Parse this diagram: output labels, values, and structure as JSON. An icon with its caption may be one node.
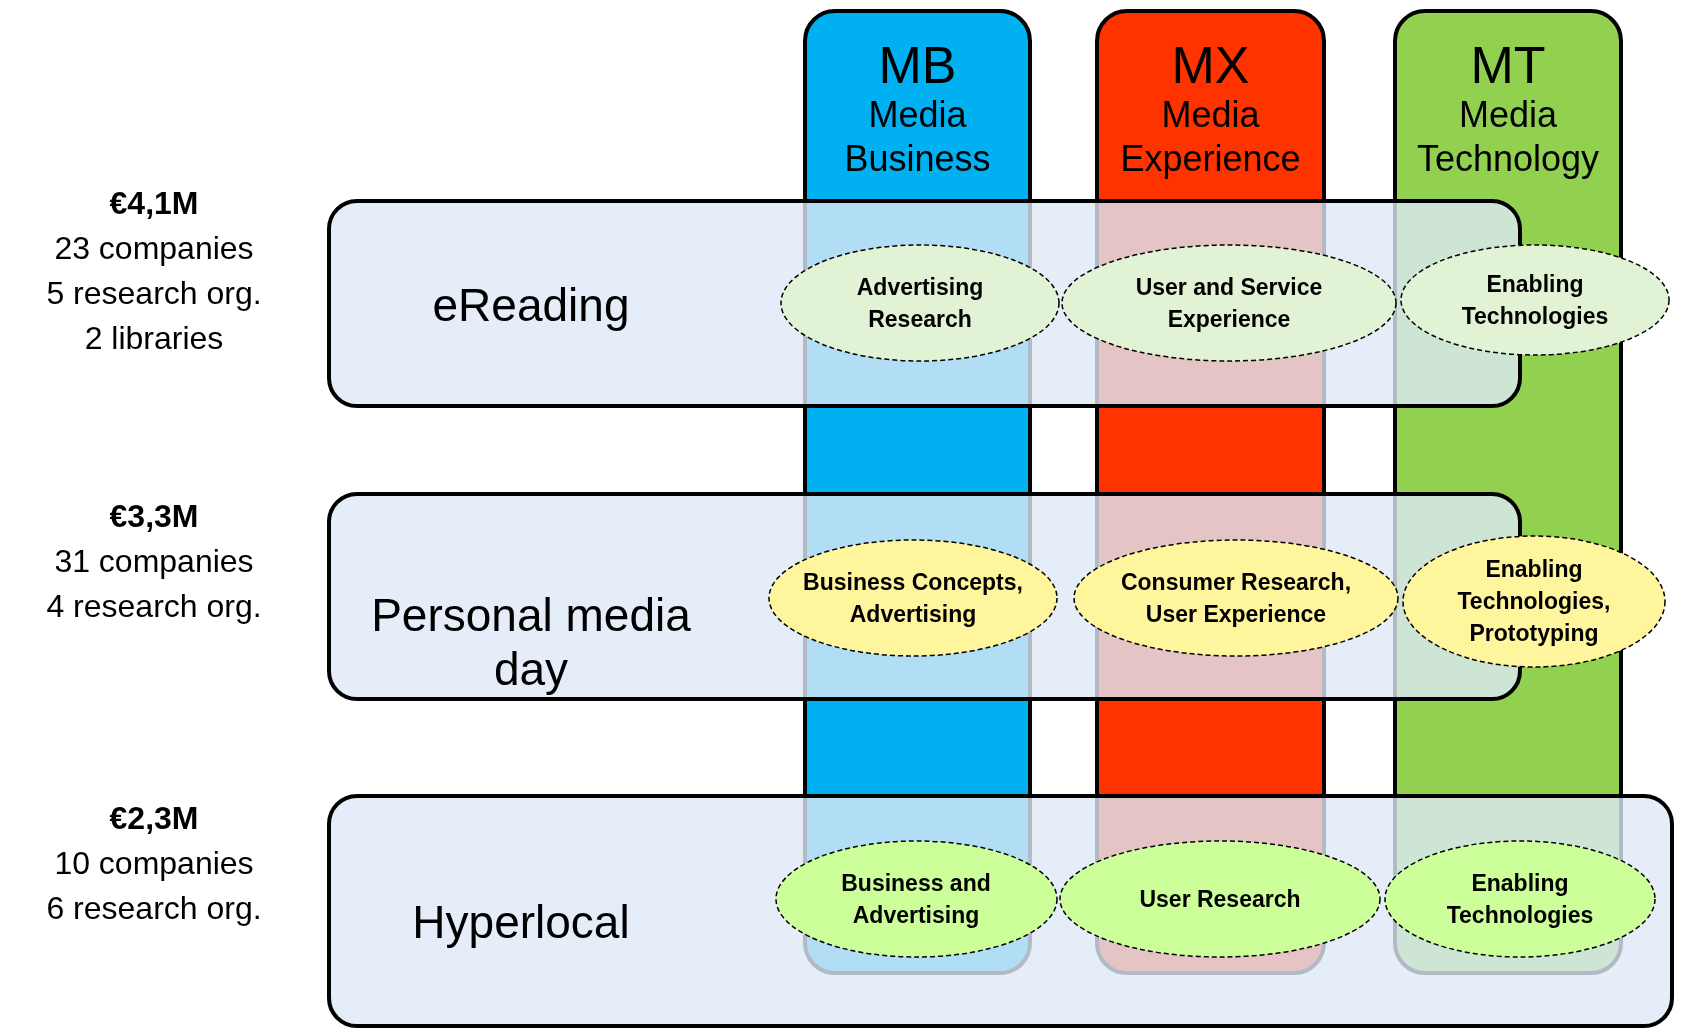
{
  "diagram": {
    "nodes": [
      {
        "text": [
          "MB",
          "Media Business"
        ]
      },
      {
        "text": [
          "MX",
          "Media Experience"
        ]
      },
      {
        "text": [
          "MT",
          "Media Technology"
        ]
      },
      {
        "text": [
          "eReading"
        ],
        "beside": [
          "€4,1M",
          "23 companies",
          "5 research org.",
          "2 libraries"
        ]
      },
      {
        "text": [
          "Advertising Research"
        ],
        "in": 3
      },
      {
        "text": [
          "User and Service Experience"
        ],
        "in": 3
      },
      {
        "text": [
          "Enabling Technologies"
        ]
      },
      {
        "text": [
          "Personal media day"
        ],
        "beside": [
          "€3,3M",
          "31 companies",
          "4 research org."
        ]
      },
      {
        "text": [
          "Business Concepts, Advertising"
        ],
        "in": 7
      },
      {
        "text": [
          "Consumer Research, User Experience"
        ],
        "in": 7
      },
      {
        "text": [
          "Enabling Technologies, Prototyping"
        ]
      },
      {
        "text": [
          "Hyperlocal"
        ],
        "beside": [
          "€2,3M",
          "10 companies",
          "6 research org."
        ]
      },
      {
        "text": [
          "Business and Advertising"
        ],
        "in": 11
      },
      {
        "text": [
          "User Research"
        ],
        "in": 11
      },
      {
        "text": [
          "Enabling Technologies"
        ],
        "in": 11
      }
    ],
    "edges": []
  }
}
